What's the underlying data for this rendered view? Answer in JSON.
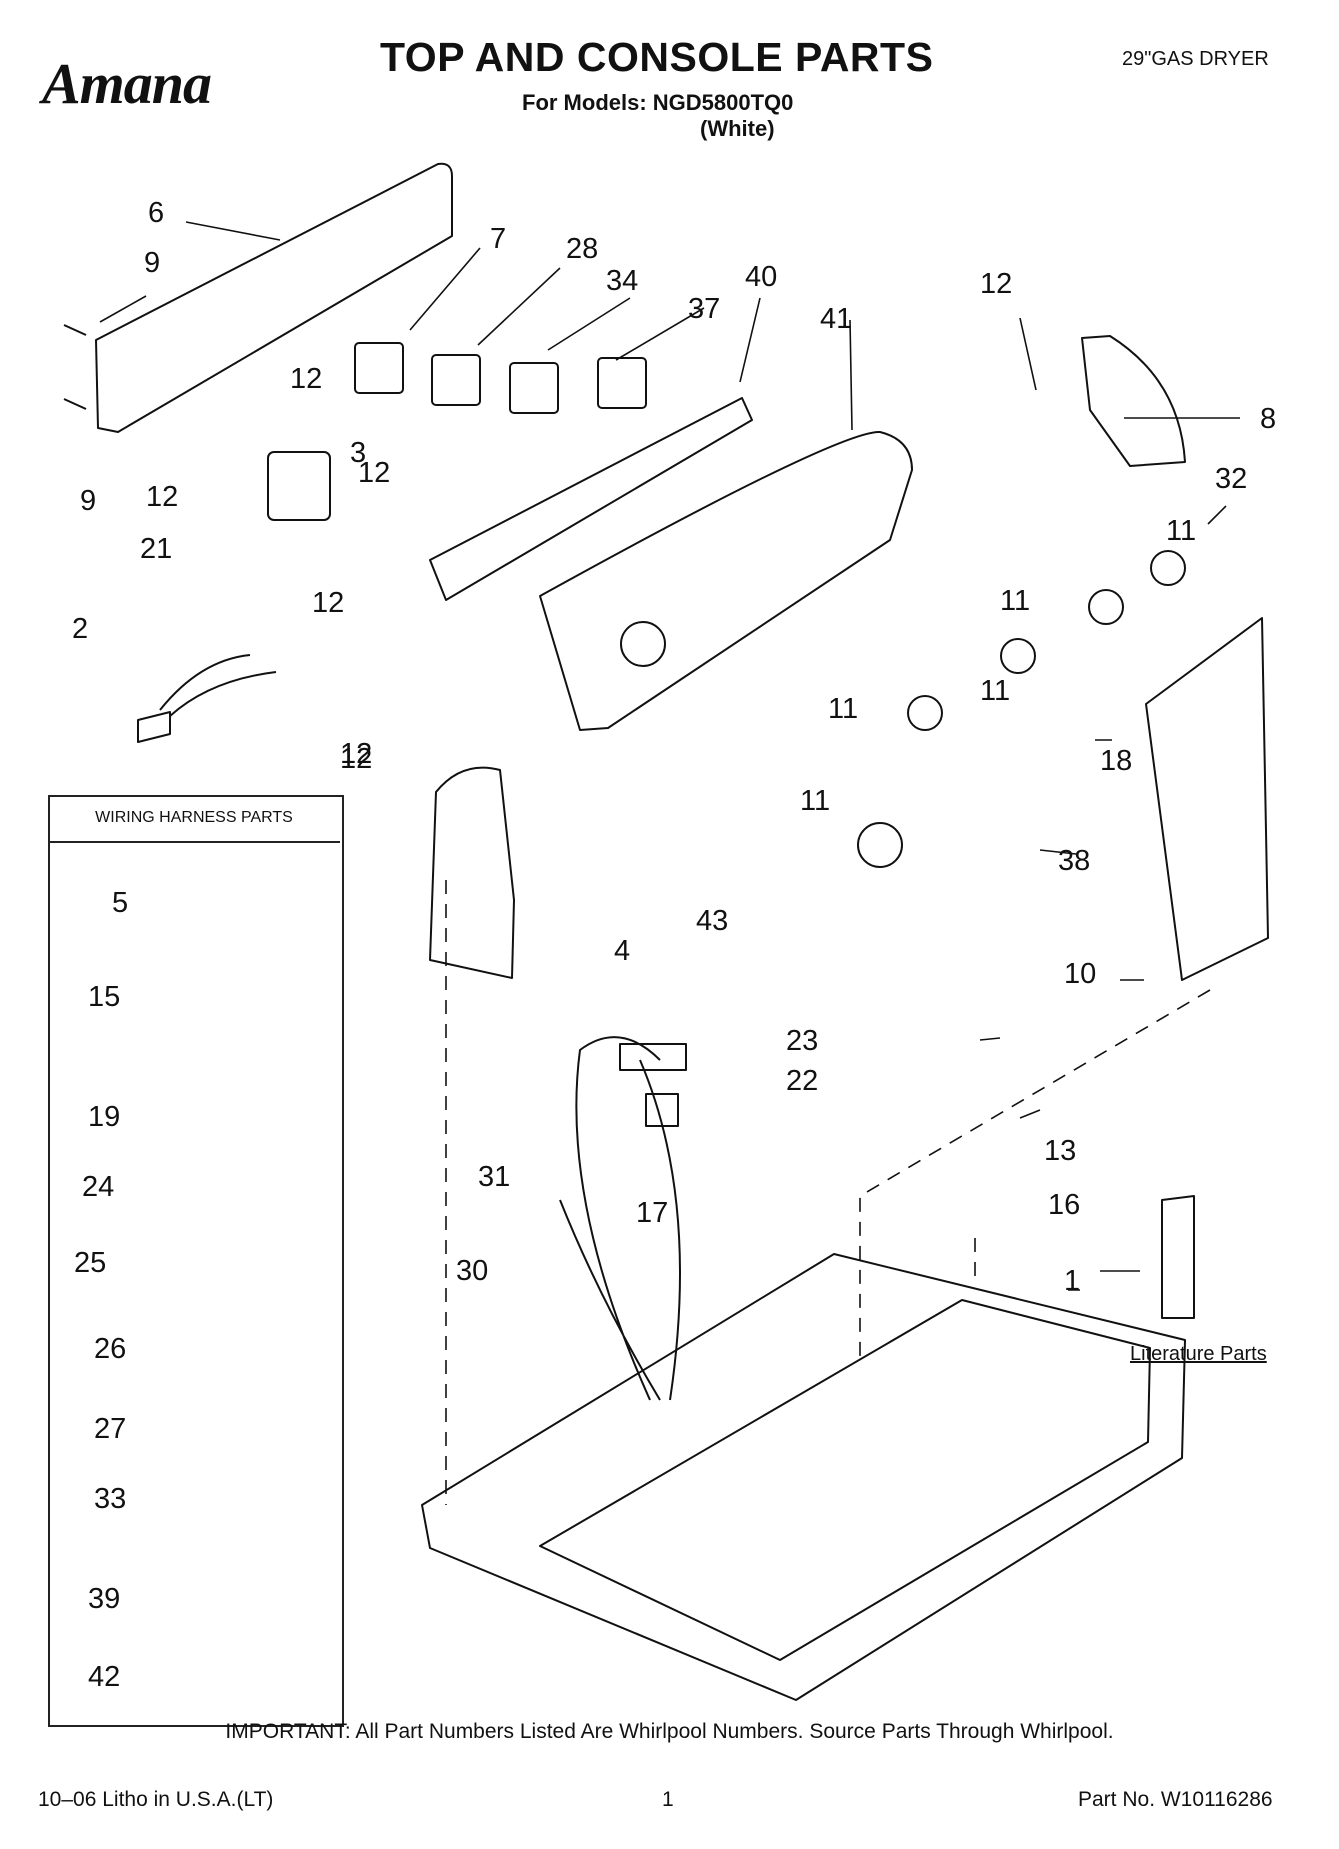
{
  "header": {
    "brand": "Amana",
    "title": "TOP AND CONSOLE PARTS",
    "models": "For Models: NGD5800TQ0",
    "variant": "(White)",
    "product": "29\"GAS DRYER"
  },
  "wiring_box": {
    "title": "WIRING HARNESS PARTS"
  },
  "literature": "Literature Parts",
  "footer": {
    "important": "IMPORTANT: All Part Numbers Listed Are Whirlpool Numbers. Source Parts Through Whirlpool.",
    "litho": "10–06 Litho in U.S.A.(LT)",
    "page": "1",
    "part_no": "Part No. W10116286"
  },
  "callouts": [
    "6",
    "9",
    "7",
    "28",
    "34",
    "40",
    "37",
    "41",
    "12",
    "12",
    "8",
    "3",
    "12",
    "12",
    "32",
    "9",
    "21",
    "11",
    "12",
    "11",
    "2",
    "11",
    "11",
    "18",
    "12",
    "11",
    "38",
    "43",
    "5",
    "4",
    "10",
    "15",
    "23",
    "22",
    "19",
    "13",
    "31",
    "24",
    "17",
    "16",
    "30",
    "25",
    "1",
    "26",
    "27",
    "33",
    "39",
    "42",
    "12"
  ]
}
